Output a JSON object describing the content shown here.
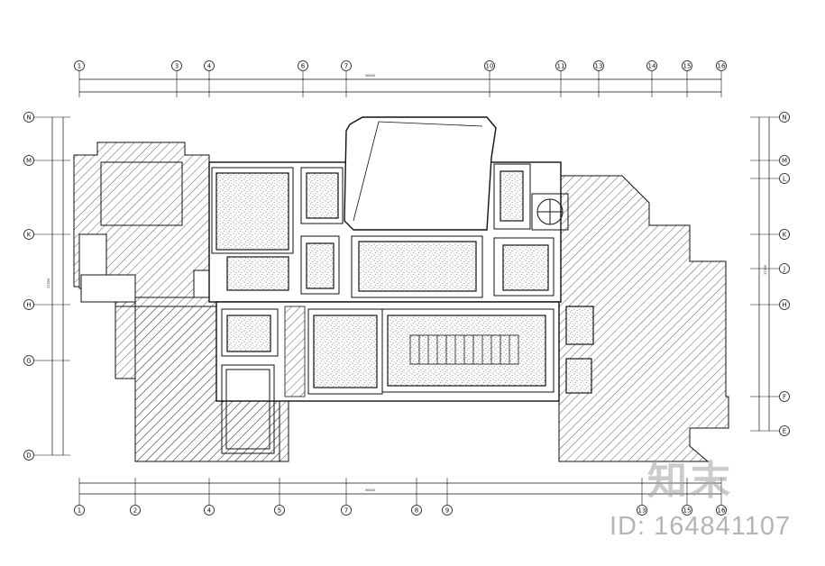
{
  "axes": {
    "top": [
      "1",
      "3",
      "4",
      "6",
      "7",
      "10",
      "11",
      "13",
      "14",
      "15",
      "16"
    ],
    "bottom": [
      "1",
      "2",
      "4",
      "5",
      "7",
      "8",
      "9",
      "13",
      "15",
      "16"
    ],
    "left": [
      "N",
      "M",
      "K",
      "H",
      "G",
      "D"
    ],
    "right": [
      "N",
      "M",
      "L",
      "K",
      "J",
      "H",
      "F",
      "E"
    ]
  },
  "dimensions": {
    "top_total": "36400",
    "bottom_total": "36400",
    "left_total": "17300",
    "right_total": "17300"
  },
  "colors": {
    "line": "#111111",
    "hatch": "#333333",
    "speckle": "#555555"
  },
  "watermark": {
    "logo": "知末",
    "id": "ID: 164841107"
  }
}
